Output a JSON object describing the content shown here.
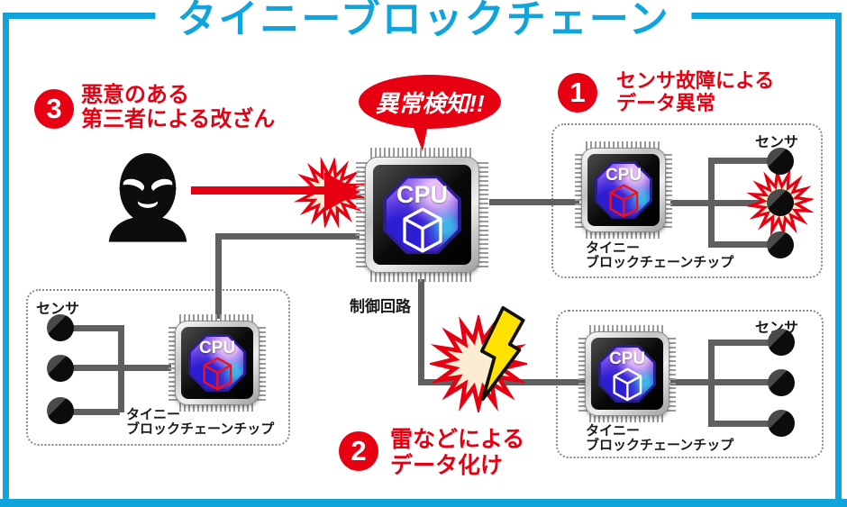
{
  "title": "タイニーブロックチェーン",
  "colors": {
    "accent": "#10a4dc",
    "alert_red": "#e60012",
    "burst_fill": "#fcecd4",
    "lightning_yellow": "#ffe100"
  },
  "center_chip": {
    "cpu": "CPU",
    "label": "制御回路"
  },
  "alert_bubble": {
    "text": "異常検知!!"
  },
  "callouts": {
    "sensor_failure": {
      "number": "1",
      "line1": "センサ故障による",
      "line2": "データ異常"
    },
    "lightning": {
      "number": "2",
      "line1": "雷などによる",
      "line2": "データ化け"
    },
    "tampering": {
      "number": "3",
      "line1": "悪意のある",
      "line2": "第三者による改ざん"
    }
  },
  "boxes": {
    "top_right": {
      "sensor_label": "センサ",
      "cpu": "CPU",
      "chip_label_line1": "タイニー",
      "chip_label_line2": "ブロックチェーンチップ"
    },
    "bottom_right": {
      "sensor_label": "センサ",
      "cpu": "CPU",
      "chip_label_line1": "タイニー",
      "chip_label_line2": "ブロックチェーンチップ"
    },
    "bottom_left": {
      "sensor_label": "センサ",
      "cpu": "CPU",
      "chip_label_line1": "タイニー",
      "chip_label_line2": "ブロックチェーンチップ"
    }
  }
}
